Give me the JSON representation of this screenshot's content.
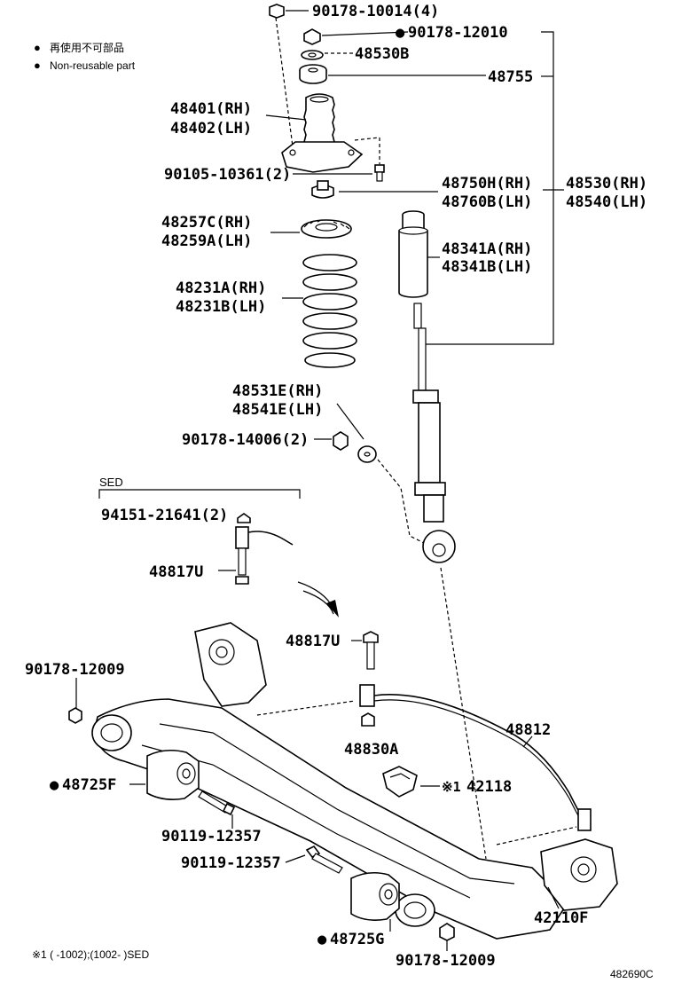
{
  "legend": {
    "marker": "●",
    "line_ja": "再使用不可部品",
    "line_en": "Non-reusable part"
  },
  "labels": {
    "p_90178_10014": "90178-10014(4)",
    "p_90178_12010": "90178-12010",
    "p_48530B": "48530B",
    "p_48755": "48755",
    "p_48401": "48401(RH)",
    "p_48402": "48402(LH)",
    "p_90105": "90105-10361(2)",
    "p_48750H": "48750H(RH)",
    "p_48760B": "48760B(LH)",
    "p_48530": "48530(RH)",
    "p_48540": "48540(LH)",
    "p_48257C": "48257C(RH)",
    "p_48259A": "48259A(LH)",
    "p_48341A": "48341A(RH)",
    "p_48341B": "48341B(LH)",
    "p_48231A": "48231A(RH)",
    "p_48231B": "48231B(LH)",
    "p_48531E": "48531E(RH)",
    "p_48541E": "48541E(LH)",
    "p_90178_14006": "90178-14006(2)",
    "sed": "SED",
    "p_94151": "94151-21641(2)",
    "p_48817U_a": "48817U",
    "p_48817U_b": "48817U",
    "p_90178_12009_a": "90178-12009",
    "p_48830A": "48830A",
    "p_48812": "48812",
    "p_48725F": "48725F",
    "p_42118_prefix": "※1",
    "p_42118": "42118",
    "p_90119_a": "90119-12357",
    "p_90119_b": "90119-12357",
    "p_48725G": "48725G",
    "p_42110F": "42110F",
    "p_90178_12009_b": "90178-12009",
    "footnote": "※1 (     -1002);(1002-      )SED",
    "figure_id": "482690C"
  }
}
